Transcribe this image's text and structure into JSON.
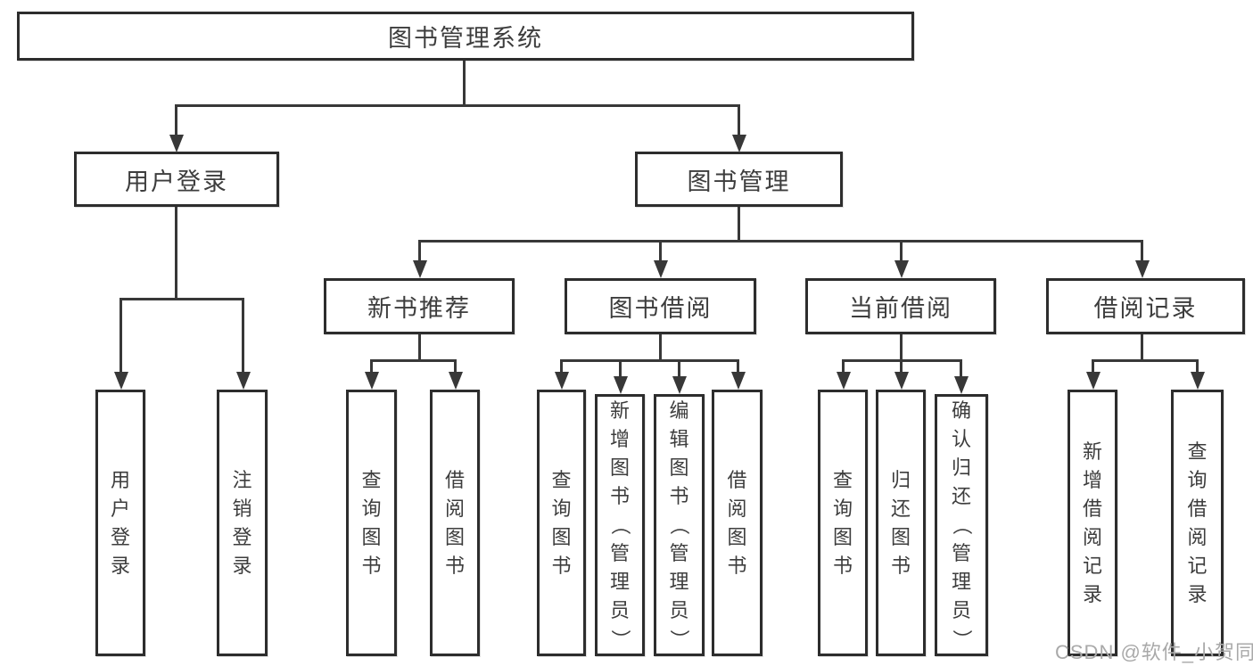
{
  "diagram": {
    "title": "图书管理系统",
    "user_login": {
      "label": "用户登录",
      "children": [
        "用户登录",
        "注销登录"
      ]
    },
    "book_mgmt": {
      "label": "图书管理"
    },
    "modules": [
      {
        "label": "新书推荐",
        "children": [
          "查询图书",
          "借阅图书"
        ]
      },
      {
        "label": "图书借阅",
        "children": [
          "查询图书",
          "新增图书（管理员）",
          "编辑图书（管理员）",
          "借阅图书"
        ]
      },
      {
        "label": "当前借阅",
        "children": [
          "查询图书",
          "归还图书",
          "确认归还（管理员）"
        ]
      },
      {
        "label": "借阅记录",
        "children": [
          "新增借阅记录",
          "查询借阅记录"
        ]
      }
    ]
  },
  "watermark": {
    "text": "CSDN @软件_小贺同学"
  },
  "colors": {
    "line": "#383838",
    "box_border": "#2d2d2d",
    "text": "#3d3d3d",
    "watermark": "#a9a9a9",
    "background": "#ffffff"
  }
}
